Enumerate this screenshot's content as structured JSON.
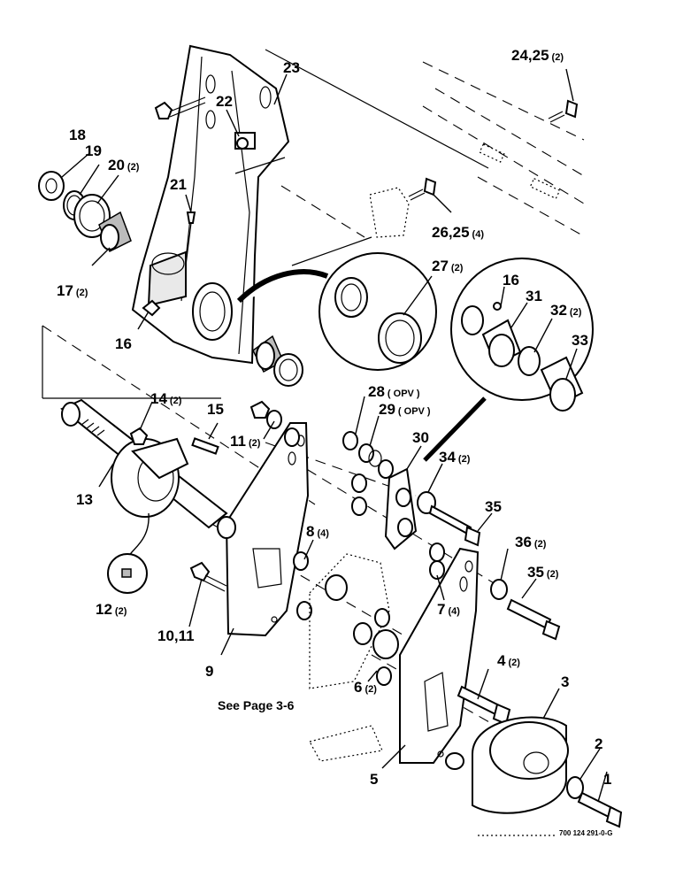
{
  "callouts": [
    {
      "id": "c1",
      "number": "1",
      "qty": ""
    },
    {
      "id": "c2",
      "number": "2",
      "qty": ""
    },
    {
      "id": "c3",
      "number": "3",
      "qty": ""
    },
    {
      "id": "c4",
      "number": "4",
      "qty": "(2)"
    },
    {
      "id": "c5",
      "number": "5",
      "qty": ""
    },
    {
      "id": "c6",
      "number": "6",
      "qty": "(2)"
    },
    {
      "id": "c7",
      "number": "7",
      "qty": "(4)"
    },
    {
      "id": "c8",
      "number": "8",
      "qty": "(4)"
    },
    {
      "id": "c9",
      "number": "9",
      "qty": ""
    },
    {
      "id": "c10",
      "number": "10,11",
      "qty": ""
    },
    {
      "id": "c11",
      "number": "11",
      "qty": "(2)"
    },
    {
      "id": "c12",
      "number": "12",
      "qty": "(2)"
    },
    {
      "id": "c13",
      "number": "13",
      "qty": ""
    },
    {
      "id": "c14",
      "number": "14",
      "qty": "(2)"
    },
    {
      "id": "c15",
      "number": "15",
      "qty": ""
    },
    {
      "id": "c16a",
      "number": "16",
      "qty": ""
    },
    {
      "id": "c16b",
      "number": "16",
      "qty": ""
    },
    {
      "id": "c17",
      "number": "17",
      "qty": "(2)"
    },
    {
      "id": "c18",
      "number": "18",
      "qty": ""
    },
    {
      "id": "c19",
      "number": "19",
      "qty": ""
    },
    {
      "id": "c20",
      "number": "20",
      "qty": "(2)"
    },
    {
      "id": "c21",
      "number": "21",
      "qty": ""
    },
    {
      "id": "c22",
      "number": "22",
      "qty": ""
    },
    {
      "id": "c23",
      "number": "23",
      "qty": ""
    },
    {
      "id": "c24",
      "number": "24,25",
      "qty": "(2)"
    },
    {
      "id": "c26",
      "number": "26,25",
      "qty": "(4)"
    },
    {
      "id": "c27",
      "number": "27",
      "qty": "(2)"
    },
    {
      "id": "c28",
      "number": "28",
      "qty": "( OPV )"
    },
    {
      "id": "c29",
      "number": "29",
      "qty": "( OPV )"
    },
    {
      "id": "c30",
      "number": "30",
      "qty": ""
    },
    {
      "id": "c31",
      "number": "31",
      "qty": ""
    },
    {
      "id": "c32",
      "number": "32",
      "qty": "(2)"
    },
    {
      "id": "c33",
      "number": "33",
      "qty": ""
    },
    {
      "id": "c34",
      "number": "34",
      "qty": "(2)"
    },
    {
      "id": "c35a",
      "number": "35",
      "qty": ""
    },
    {
      "id": "c35b",
      "number": "35",
      "qty": "(2)"
    },
    {
      "id": "c36",
      "number": "36",
      "qty": "(2)"
    }
  ],
  "reference_note": "See Page 3-6",
  "drawing_code": "700 124 291-0-G"
}
